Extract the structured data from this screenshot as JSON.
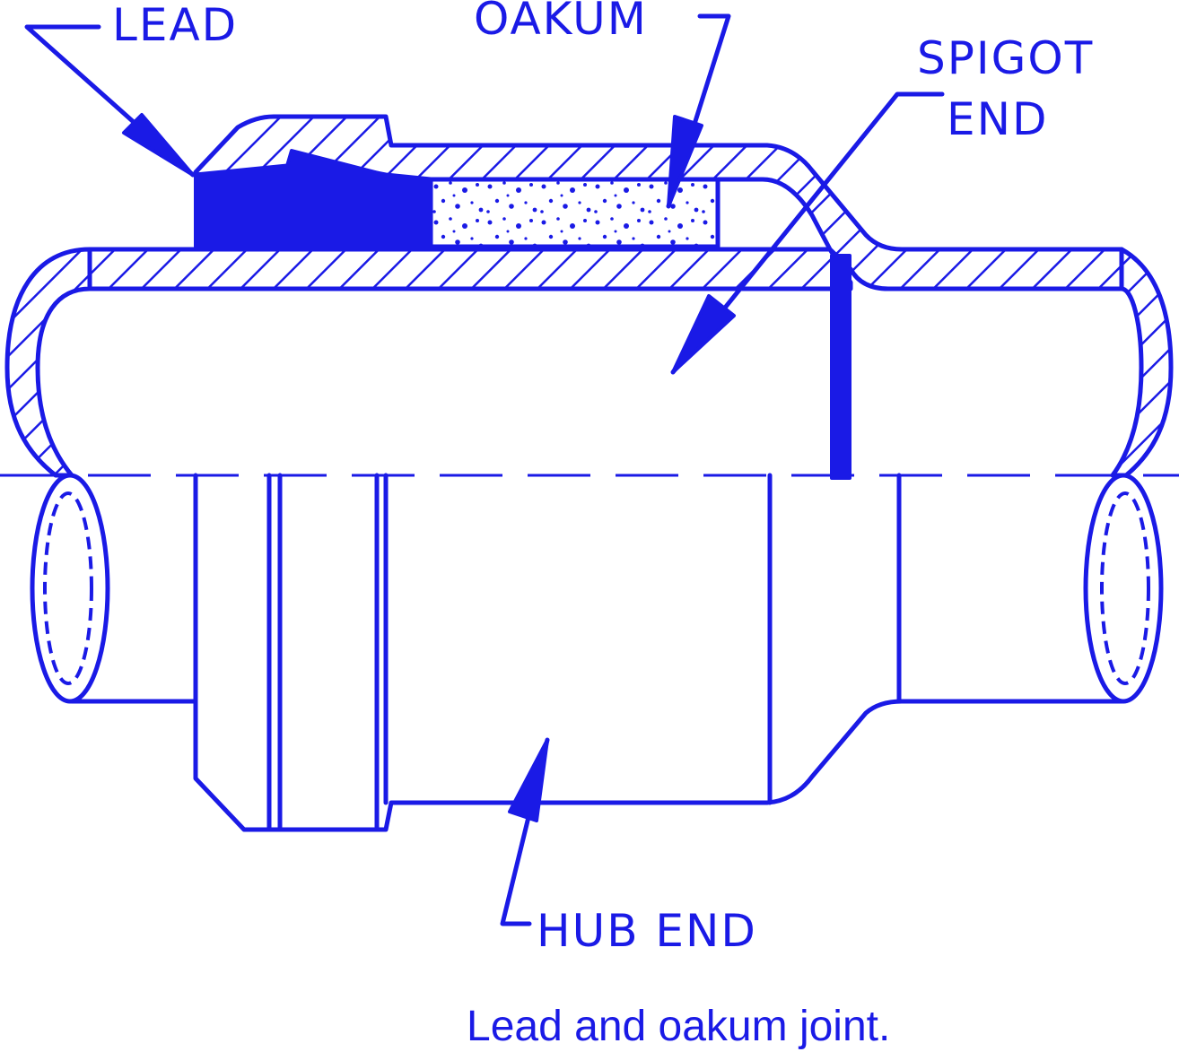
{
  "labels": {
    "lead": "LEAD",
    "oakum": "OAKUM",
    "spigot_line1": "SPIGOT",
    "spigot_line2": "END",
    "hub_end": "HUB END"
  },
  "caption": "Lead and oakum joint.",
  "colors": {
    "ink": "#1a1ae6",
    "background": "#ffffff"
  }
}
